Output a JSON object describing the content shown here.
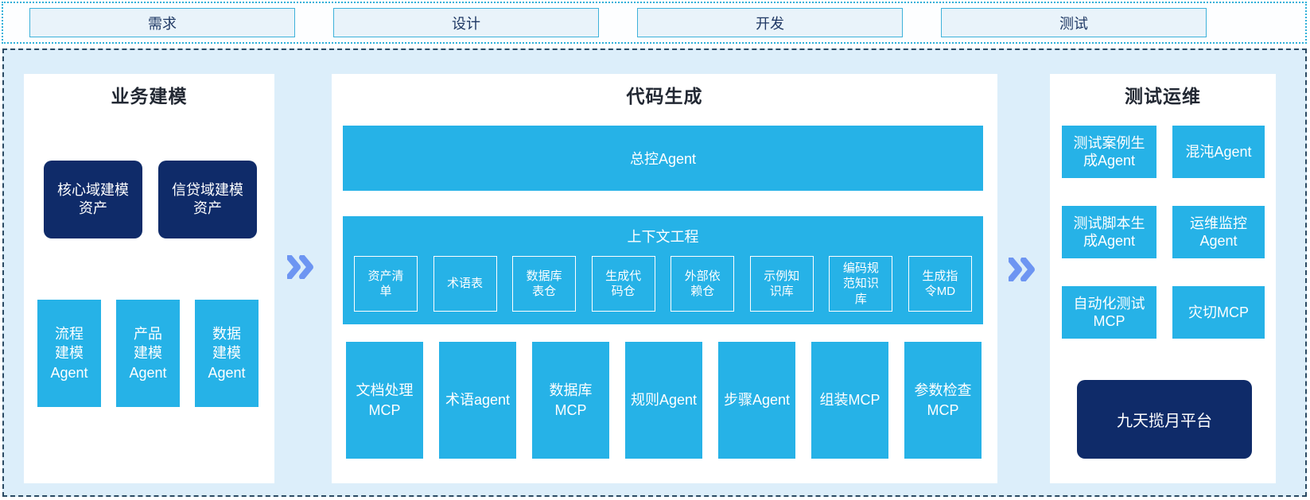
{
  "phases": [
    "需求",
    "设计",
    "开发",
    "测试"
  ],
  "business_modeling": {
    "title": "业务建模",
    "assets": [
      "核心域建模资产",
      "信贷域建模资产"
    ],
    "agents": [
      "流程建模Agent",
      "产品建模Agent",
      "数据建模Agent"
    ]
  },
  "code_generation": {
    "title": "代码生成",
    "master_agent": "总控Agent",
    "context_engineering": {
      "title": "上下文工程",
      "items": [
        "资产清单",
        "术语表",
        "数据库表仓",
        "生成代码仓",
        "外部依赖仓",
        "示例知识库",
        "编码规范知识库",
        "生成指令MD"
      ]
    },
    "tools": [
      "文档处理MCP",
      "术语agent",
      "数据库MCP",
      "规则Agent",
      "步骤Agent",
      "组装MCP",
      "参数检查MCP"
    ]
  },
  "test_ops": {
    "title": "测试运维",
    "agents": [
      "测试案例生成Agent",
      "混沌Agent",
      "测试脚本生成Agent",
      "运维监控Agent",
      "自动化测试MCP",
      "灾切MCP"
    ],
    "platform": "九天揽月平台"
  },
  "colors": {
    "accent_cyan": "#26b2e7",
    "navy": "#0f2b69",
    "area_background": "#dceefa",
    "phase_box_fill": "#e9f3fa",
    "phase_border": "#3eb2da",
    "arrow_blue": "#6d95f2",
    "dashed_border": "#2a4a63"
  }
}
